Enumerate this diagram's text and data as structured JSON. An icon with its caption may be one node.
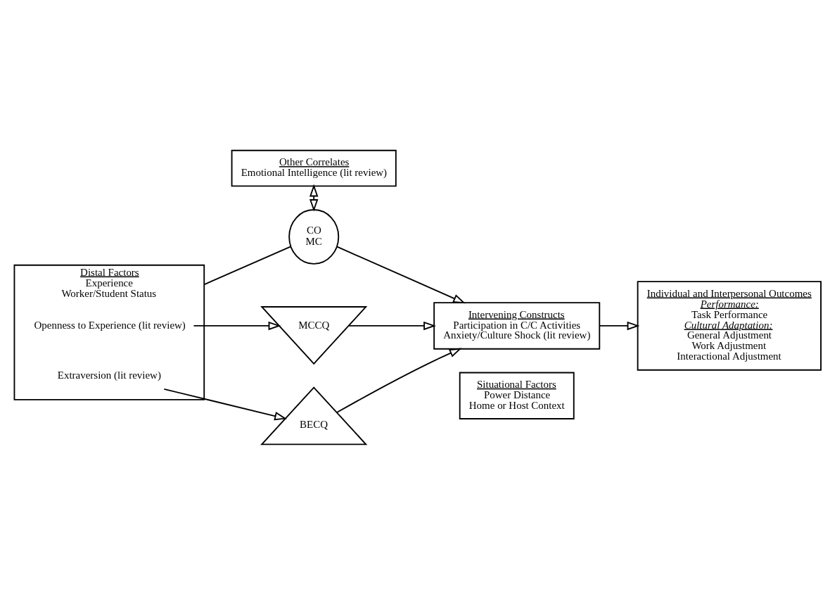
{
  "diagram": {
    "nodes": [
      {
        "text": [
          "Other Correlates",
          "Emotional Intelligence (lit review)"
        ]
      },
      {
        "text": [
          "Distal Factors",
          "Experience",
          "Worker/Student Status"
        ]
      },
      {
        "text": [
          "Openness to Experience (lit review)"
        ],
        "in": 1
      },
      {
        "text": [
          "Extraversion (lit review)"
        ],
        "in": 1
      },
      {
        "text": [
          "CO",
          "MC"
        ]
      },
      {
        "text": [
          "MCCQ"
        ]
      },
      {
        "text": [
          "BECQ"
        ]
      },
      {
        "text": [
          "Intervening Constructs",
          "Participation in C/C Activities",
          "Anxiety/Culture Shock (lit review)"
        ]
      },
      {
        "text": [
          "Situational Factors",
          "Power Distance",
          "Home or Host Context"
        ]
      },
      {
        "text": [
          "Individual and Interpersonal Outcomes",
          "Performance:",
          "Task Performance",
          "Cultural Adaptation:",
          "General Adjustment",
          "Work Adjustment",
          "Interactional Adjustment"
        ]
      }
    ],
    "edges": [
      {
        "from": 0,
        "to": 4,
        "arrow": "both"
      },
      {
        "from": 1,
        "to": 4,
        "arrow": "none"
      },
      {
        "from": 4,
        "to": 7,
        "arrow": "to"
      },
      {
        "from": 2,
        "to": 5,
        "arrow": "to"
      },
      {
        "from": 3,
        "to": 6,
        "arrow": "to"
      },
      {
        "from": 5,
        "to": 7,
        "arrow": "to"
      },
      {
        "from": 6,
        "to": 7,
        "arrow": "to"
      },
      {
        "from": 7,
        "to": 9,
        "arrow": "to"
      }
    ]
  }
}
